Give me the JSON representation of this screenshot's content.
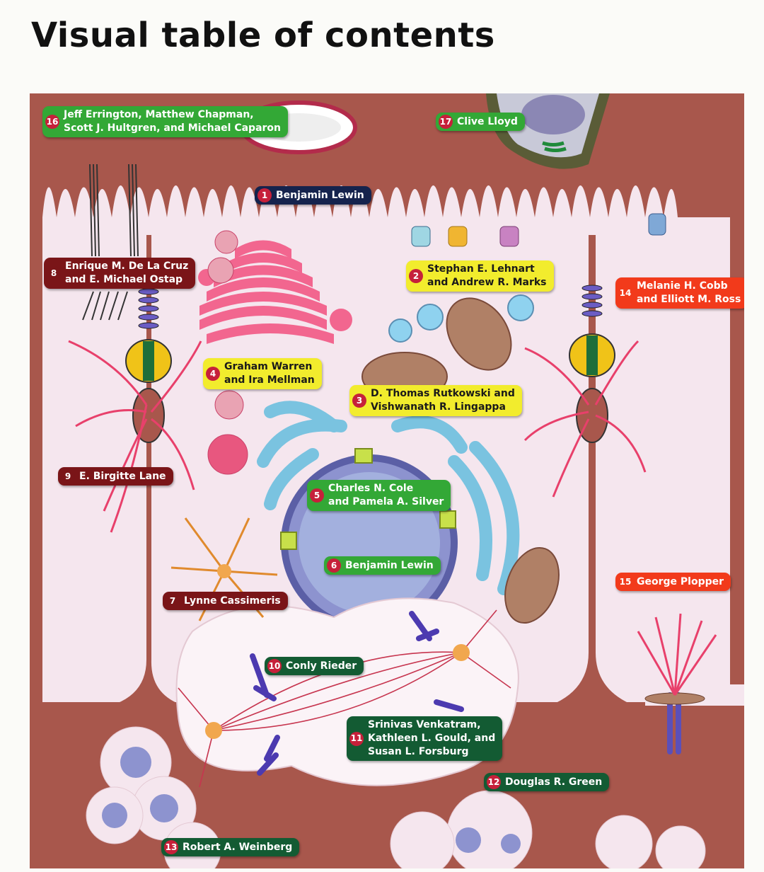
{
  "title": "Visual table of contents",
  "labels": [
    {
      "num": "16",
      "lines": [
        "Jeff Errington, Matthew Chapman,",
        "Scott J. Hultgren, and Michael Caparon"
      ],
      "color": "green"
    },
    {
      "num": "17",
      "lines": [
        "Clive Lloyd"
      ],
      "color": "green"
    },
    {
      "num": "1",
      "lines": [
        "Benjamin Lewin"
      ],
      "color": "navy"
    },
    {
      "num": "2",
      "lines": [
        "Stephan E. Lehnart",
        "and Andrew R. Marks"
      ],
      "color": "yellow"
    },
    {
      "num": "8",
      "lines": [
        "Enrique M. De La Cruz",
        "and E. Michael Ostap"
      ],
      "color": "dkred"
    },
    {
      "num": "14",
      "lines": [
        "Melanie H. Cobb",
        "and Elliott M. Ross"
      ],
      "color": "orange"
    },
    {
      "num": "4",
      "lines": [
        "Graham Warren",
        "and Ira Mellman"
      ],
      "color": "yellow"
    },
    {
      "num": "3",
      "lines": [
        "D. Thomas Rutkowski and",
        "Vishwanath R. Lingappa"
      ],
      "color": "yellow"
    },
    {
      "num": "9",
      "lines": [
        "E. Birgitte Lane"
      ],
      "color": "dkred"
    },
    {
      "num": "5",
      "lines": [
        "Charles N. Cole",
        "and Pamela A. Silver"
      ],
      "color": "green"
    },
    {
      "num": "6",
      "lines": [
        "Benjamin Lewin"
      ],
      "color": "green"
    },
    {
      "num": "15",
      "lines": [
        "George Plopper"
      ],
      "color": "orange"
    },
    {
      "num": "7",
      "lines": [
        "Lynne Cassimeris"
      ],
      "color": "dkred"
    },
    {
      "num": "10",
      "lines": [
        "Conly Rieder"
      ],
      "color": "dkgreen"
    },
    {
      "num": "11",
      "lines": [
        "Srinivas Venkatram,",
        "Kathleen L. Gould, and",
        "Susan L. Forsburg"
      ],
      "color": "dkgreen"
    },
    {
      "num": "12",
      "lines": [
        "Douglas R. Green"
      ],
      "color": "dkgreen"
    },
    {
      "num": "13",
      "lines": [
        "Robert A. Weinberg"
      ],
      "color": "dkgreen"
    }
  ]
}
